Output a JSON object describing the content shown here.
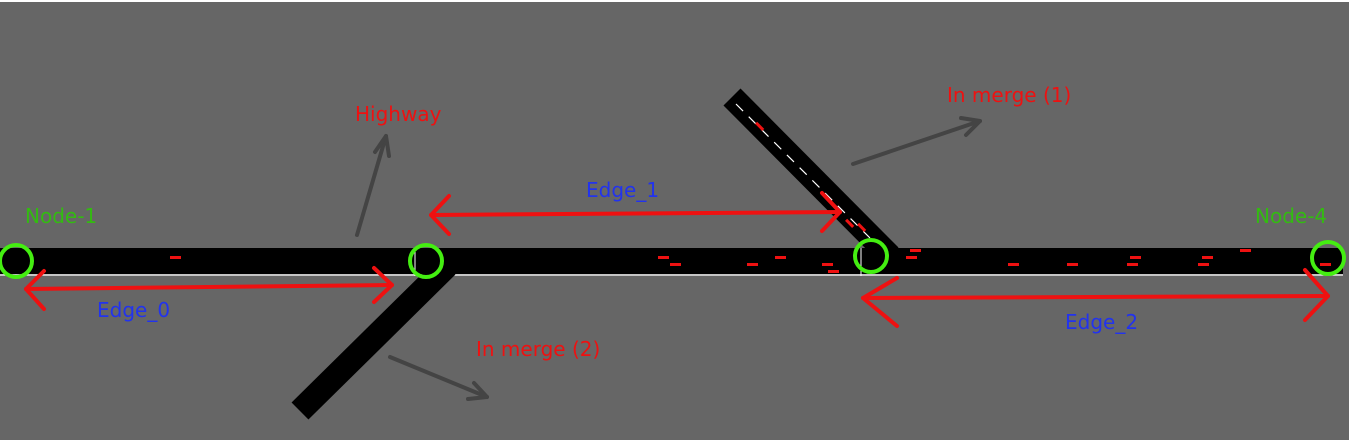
{
  "colors": {
    "canvas": "#666666",
    "road": "#000000",
    "lane_line": "#ffffff",
    "node_ring": "#44ee11",
    "node_label": "#33bb11",
    "edge_label": "#2233ee",
    "red": "#ee1111",
    "pointer": "#444444"
  },
  "nodes": [
    {
      "id": "node-1",
      "label": "Node-1"
    },
    {
      "id": "node-2",
      "label": ""
    },
    {
      "id": "node-3",
      "label": ""
    },
    {
      "id": "node-4",
      "label": "Node-4"
    }
  ],
  "edges": [
    {
      "id": "edge-0",
      "label": "Edge_0"
    },
    {
      "id": "edge-1",
      "label": "Edge_1"
    },
    {
      "id": "edge-2",
      "label": "Edge_2"
    }
  ],
  "annotations": {
    "highway": "Highway",
    "in_merge_1": "In merge (1)",
    "in_merge_2": "In merge (2)"
  },
  "icons": {
    "node_marker": "circle-ring-icon",
    "span_arrow": "double-headed-arrow-icon",
    "pointer_arrow": "arrow-icon",
    "vehicle": "vehicle-icon"
  }
}
